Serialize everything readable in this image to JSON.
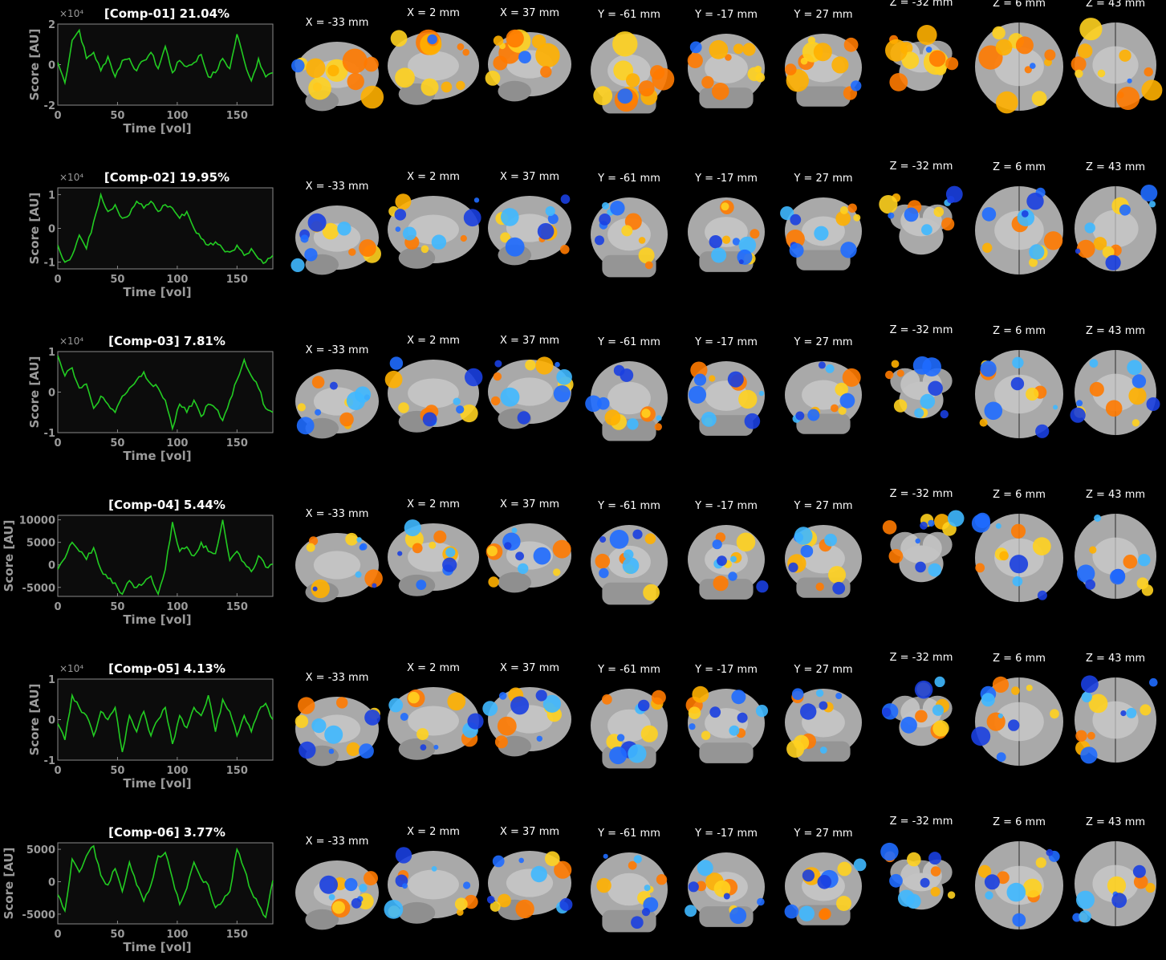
{
  "figure": {
    "background": "#000000",
    "trace_color": "#22cc22",
    "activation_colors": [
      "#ff7a00",
      "#ffd21f",
      "#ffb000"
    ],
    "deactivation_colors": [
      "#1f6bff",
      "#3fb8ff",
      "#1a3fe0"
    ]
  },
  "slice_labels": [
    "X = -33 mm",
    "X = 2 mm",
    "X = 37 mm",
    "Y = -61 mm",
    "Y = -17 mm",
    "Y = 27 mm",
    "Z = -32 mm",
    "Z = 6 mm",
    "Z = 43 mm"
  ],
  "chart_data": [
    {
      "type": "line",
      "title": "[Comp-01] 21.04%",
      "xlabel": "Time [vol]",
      "ylabel": "Score [AU]",
      "multiplier": "×10⁴",
      "xlim": [
        0,
        180
      ],
      "ylim": [
        -2,
        2
      ],
      "xticks": [
        0,
        50,
        100,
        150
      ],
      "xtick_labels": [
        "0",
        "50",
        "100",
        "150"
      ],
      "yticks": [
        -2,
        0,
        2
      ],
      "ytick_labels": [
        "-2",
        "0",
        "2"
      ],
      "series": [
        {
          "x": [
            0,
            6,
            12,
            18,
            24,
            30,
            36,
            42,
            48,
            54,
            60,
            66,
            72,
            78,
            84,
            90,
            96,
            102,
            108,
            114,
            120,
            126,
            132,
            138,
            144,
            150,
            156,
            162,
            168,
            174,
            180
          ],
          "values": [
            0.1,
            -0.9,
            1.2,
            1.7,
            0.3,
            0.6,
            -0.3,
            0.4,
            -0.6,
            0.2,
            0.3,
            -0.3,
            0.2,
            0.6,
            -0.2,
            0.9,
            -0.4,
            0.2,
            -0.1,
            0.1,
            0.5,
            -0.6,
            -0.4,
            0.3,
            -0.2,
            1.5,
            0.2,
            -0.8,
            0.3,
            -0.6,
            -0.4
          ]
        }
      ]
    },
    {
      "type": "line",
      "title": "[Comp-02] 19.95%",
      "xlabel": "Time [vol]",
      "ylabel": "Score [AU]",
      "multiplier": "×10⁴",
      "xlim": [
        0,
        180
      ],
      "ylim": [
        -1.2,
        1.2
      ],
      "xticks": [
        0,
        50,
        100,
        150
      ],
      "xtick_labels": [
        "0",
        "50",
        "100",
        "150"
      ],
      "yticks": [
        -1,
        0,
        1
      ],
      "ytick_labels": [
        "-1",
        "0",
        "1"
      ],
      "series": [
        {
          "x": [
            0,
            6,
            12,
            18,
            24,
            30,
            36,
            42,
            48,
            54,
            60,
            66,
            72,
            78,
            84,
            90,
            96,
            102,
            108,
            114,
            120,
            126,
            132,
            138,
            144,
            150,
            156,
            162,
            168,
            174,
            180
          ],
          "values": [
            -0.5,
            -1.0,
            -0.8,
            -0.2,
            -0.6,
            0.2,
            1.0,
            0.5,
            0.7,
            0.3,
            0.4,
            0.8,
            0.6,
            0.8,
            0.5,
            0.7,
            0.6,
            0.3,
            0.5,
            0.0,
            -0.3,
            -0.5,
            -0.4,
            -0.6,
            -0.7,
            -0.5,
            -0.8,
            -0.6,
            -0.9,
            -1.0,
            -0.8
          ]
        }
      ]
    },
    {
      "type": "line",
      "title": "[Comp-03] 7.81%",
      "xlabel": "Time [vol]",
      "ylabel": "Score [AU]",
      "multiplier": "×10⁴",
      "xlim": [
        0,
        180
      ],
      "ylim": [
        -1,
        1
      ],
      "xticks": [
        0,
        50,
        100,
        150
      ],
      "xtick_labels": [
        "0",
        "50",
        "100",
        "150"
      ],
      "yticks": [
        -1,
        0,
        1
      ],
      "ytick_labels": [
        "-1",
        "0",
        "1"
      ],
      "series": [
        {
          "x": [
            0,
            6,
            12,
            18,
            24,
            30,
            36,
            42,
            48,
            54,
            60,
            66,
            72,
            78,
            84,
            90,
            96,
            102,
            108,
            114,
            120,
            126,
            132,
            138,
            144,
            150,
            156,
            162,
            168,
            174,
            180
          ],
          "values": [
            0.9,
            0.4,
            0.6,
            0.1,
            0.2,
            -0.4,
            -0.1,
            -0.3,
            -0.5,
            -0.1,
            0.1,
            0.3,
            0.5,
            0.2,
            0.1,
            -0.2,
            -0.9,
            -0.3,
            -0.5,
            -0.2,
            -0.6,
            -0.3,
            -0.4,
            -0.7,
            -0.2,
            0.3,
            0.8,
            0.4,
            0.1,
            -0.4,
            -0.5
          ]
        }
      ]
    },
    {
      "type": "line",
      "title": "[Comp-04] 5.44%",
      "xlabel": "Time [vol]",
      "ylabel": "Score [AU]",
      "xlim": [
        0,
        180
      ],
      "ylim": [
        -7000,
        11000
      ],
      "xticks": [
        0,
        50,
        100,
        150
      ],
      "xtick_labels": [
        "0",
        "50",
        "100",
        "150"
      ],
      "yticks": [
        -5000,
        0,
        5000,
        10000
      ],
      "ytick_labels": [
        "-5000",
        "0",
        "5000",
        "10000"
      ],
      "series": [
        {
          "x": [
            0,
            6,
            12,
            18,
            24,
            30,
            36,
            42,
            48,
            54,
            60,
            66,
            72,
            78,
            84,
            90,
            96,
            102,
            108,
            114,
            120,
            126,
            132,
            138,
            144,
            150,
            156,
            162,
            168,
            174,
            180
          ],
          "values": [
            -1000,
            1500,
            5000,
            3000,
            1200,
            3800,
            -1000,
            -3000,
            -4000,
            -6500,
            -3500,
            -5000,
            -4000,
            -2500,
            -6500,
            -1000,
            9500,
            3000,
            4000,
            2000,
            5000,
            3000,
            2500,
            10000,
            1000,
            3000,
            500,
            -1500,
            2000,
            -500,
            200
          ]
        }
      ]
    },
    {
      "type": "line",
      "title": "[Comp-05] 4.13%",
      "xlabel": "Time [vol]",
      "ylabel": "Score [AU]",
      "multiplier": "×10⁴",
      "xlim": [
        0,
        180
      ],
      "ylim": [
        -1,
        1
      ],
      "xticks": [
        0,
        50,
        100,
        150
      ],
      "xtick_labels": [
        "0",
        "50",
        "100",
        "150"
      ],
      "yticks": [
        -1,
        0,
        1
      ],
      "ytick_labels": [
        "-1",
        "0",
        "1"
      ],
      "series": [
        {
          "x": [
            0,
            6,
            12,
            18,
            24,
            30,
            36,
            42,
            48,
            54,
            60,
            66,
            72,
            78,
            84,
            90,
            96,
            102,
            108,
            114,
            120,
            126,
            132,
            138,
            144,
            150,
            156,
            162,
            168,
            174,
            180
          ],
          "values": [
            -0.1,
            -0.5,
            0.6,
            0.3,
            0.1,
            -0.4,
            0.2,
            0.0,
            0.3,
            -0.8,
            0.1,
            -0.3,
            0.2,
            -0.4,
            0.0,
            0.3,
            -0.6,
            0.1,
            -0.2,
            0.3,
            0.1,
            0.6,
            -0.3,
            0.5,
            0.2,
            -0.4,
            0.1,
            -0.3,
            0.2,
            0.4,
            0.0
          ]
        }
      ]
    },
    {
      "type": "line",
      "title": "[Comp-06] 3.77%",
      "xlabel": "Time [vol]",
      "ylabel": "Score [AU]",
      "xlim": [
        0,
        180
      ],
      "ylim": [
        -6500,
        6000
      ],
      "xticks": [
        0,
        50,
        100,
        150
      ],
      "xtick_labels": [
        "0",
        "50",
        "100",
        "150"
      ],
      "yticks": [
        -5000,
        0,
        5000
      ],
      "ytick_labels": [
        "-5000",
        "0",
        "5000"
      ],
      "series": [
        {
          "x": [
            0,
            6,
            12,
            18,
            24,
            30,
            36,
            42,
            48,
            54,
            60,
            66,
            72,
            78,
            84,
            90,
            96,
            102,
            108,
            114,
            120,
            126,
            132,
            138,
            144,
            150,
            156,
            162,
            168,
            174,
            180
          ],
          "values": [
            -2000,
            -4500,
            3500,
            1500,
            4000,
            5500,
            1000,
            -500,
            2000,
            -1500,
            3000,
            -500,
            -3000,
            -500,
            4000,
            4500,
            500,
            -3500,
            -1000,
            3000,
            500,
            -500,
            -4000,
            -3000,
            -1500,
            5000,
            2000,
            -1500,
            -3500,
            -5500,
            200
          ]
        }
      ]
    }
  ]
}
